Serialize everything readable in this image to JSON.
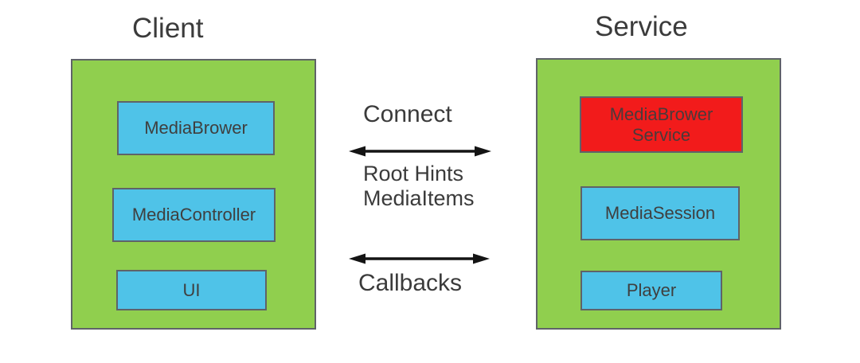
{
  "colors": {
    "container_green": "#90cf4e",
    "component_blue": "#4fc3e8",
    "highlight_red": "#f21b1b",
    "box_border_gray": "#5f6368",
    "text_dark": "#3b3b3b",
    "arrow_black": "#141414"
  },
  "client": {
    "title": "Client",
    "boxes": [
      {
        "label": "MediaBrower"
      },
      {
        "label": "MediaController"
      },
      {
        "label": "UI"
      }
    ]
  },
  "service": {
    "title": "Service",
    "boxes": [
      {
        "label_line1": "MediaBrower",
        "label_line2": "Service"
      },
      {
        "label": "MediaSession"
      },
      {
        "label": "Player"
      }
    ]
  },
  "middle": {
    "connect_label": "Connect",
    "hints_line1": "Root Hints",
    "hints_line2": "MediaItems",
    "callbacks_label": "Callbacks"
  }
}
